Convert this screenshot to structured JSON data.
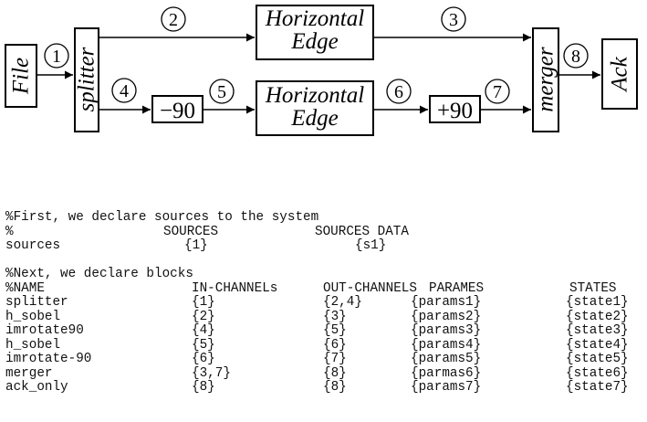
{
  "diagram": {
    "blocks": {
      "file": "File",
      "splitter": "splitter",
      "horizontal_edge_top": [
        "Horizontal",
        "Edge"
      ],
      "rotate_neg": "−90",
      "horizontal_edge_bottom": [
        "Horizontal",
        "Edge"
      ],
      "rotate_pos": "+90",
      "merger": "merger",
      "ack": "Ack"
    },
    "channels": [
      "1",
      "2",
      "3",
      "4",
      "5",
      "6",
      "7",
      "8"
    ]
  },
  "listing": {
    "sources_comment": "%First, we declare sources to the system",
    "sources_header": {
      "marker": "%",
      "sources": "SOURCES",
      "data": "SOURCES DATA"
    },
    "sources_row": {
      "keyword": "sources",
      "sources": "{1}",
      "data": "{s1}"
    },
    "blocks_comment": "%Next, we declare blocks",
    "blocks_header": {
      "name": "%NAME",
      "in": "IN-CHANNELs",
      "out": "OUT-CHANNELS",
      "params": "PARAMES",
      "states": "STATES"
    },
    "blocks_rows": [
      {
        "name": "splitter",
        "in": "{1}",
        "out": "{2,4}",
        "params": "{params1}",
        "states": "{state1}"
      },
      {
        "name": "h_sobel",
        "in": "{2}",
        "out": "{3}",
        "params": "{params2}",
        "states": "{state2}"
      },
      {
        "name": "imrotate90",
        "in": "{4}",
        "out": "{5}",
        "params": "{params3}",
        "states": "{state3}"
      },
      {
        "name": "h_sobel",
        "in": "{5}",
        "out": "{6}",
        "params": "{params4}",
        "states": "{state4}"
      },
      {
        "name": "imrotate-90",
        "in": "{6}",
        "out": "{7}",
        "params": "{params5}",
        "states": "{state5}"
      },
      {
        "name": "merger",
        "in": "{3,7}",
        "out": "{8}",
        "params": "{parmas6}",
        "states": "{state6}"
      },
      {
        "name": "ack_only",
        "in": "{8}",
        "out": "{8}",
        "params": "{params7}",
        "states": "{state7}"
      }
    ]
  }
}
